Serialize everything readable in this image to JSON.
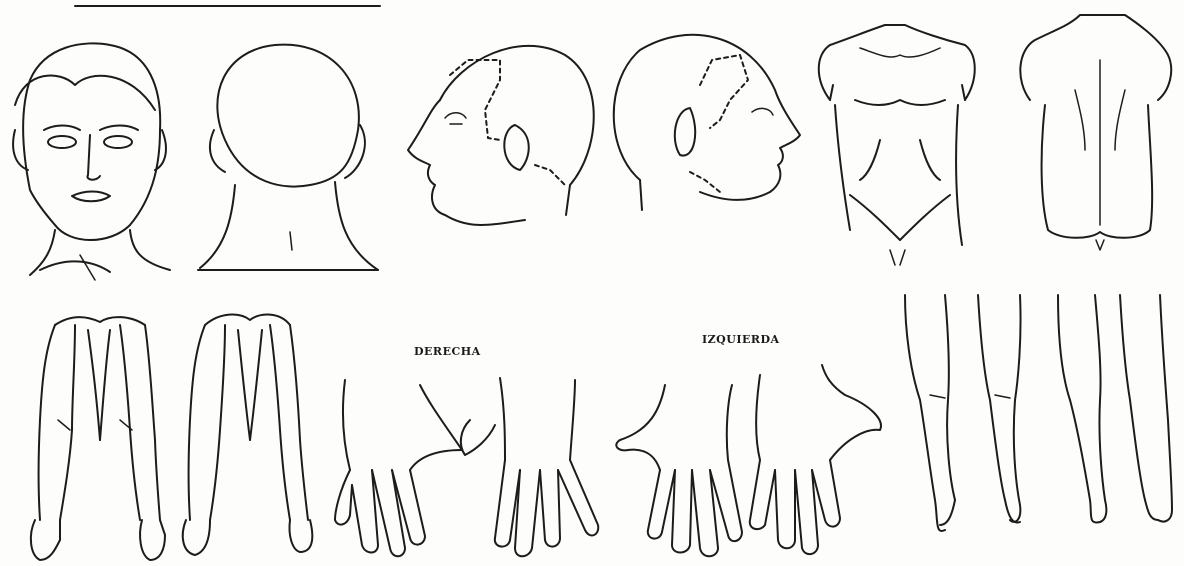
{
  "labels": {
    "right_hands": "DERECHA",
    "left_hands": "IZQUIERDA"
  },
  "figures": [
    {
      "name": "head-front-view"
    },
    {
      "name": "head-back-view"
    },
    {
      "name": "head-right-profile"
    },
    {
      "name": "head-left-profile"
    },
    {
      "name": "torso-front-view"
    },
    {
      "name": "torso-back-view"
    },
    {
      "name": "arms-front-view"
    },
    {
      "name": "arms-back-view"
    },
    {
      "name": "right-hands-palm-and-back"
    },
    {
      "name": "left-hands-palm-and-back"
    },
    {
      "name": "legs-front-view"
    },
    {
      "name": "legs-back-view"
    }
  ],
  "colors": {
    "ink": "#1c1c1c",
    "paper": "#fdfdfb"
  }
}
